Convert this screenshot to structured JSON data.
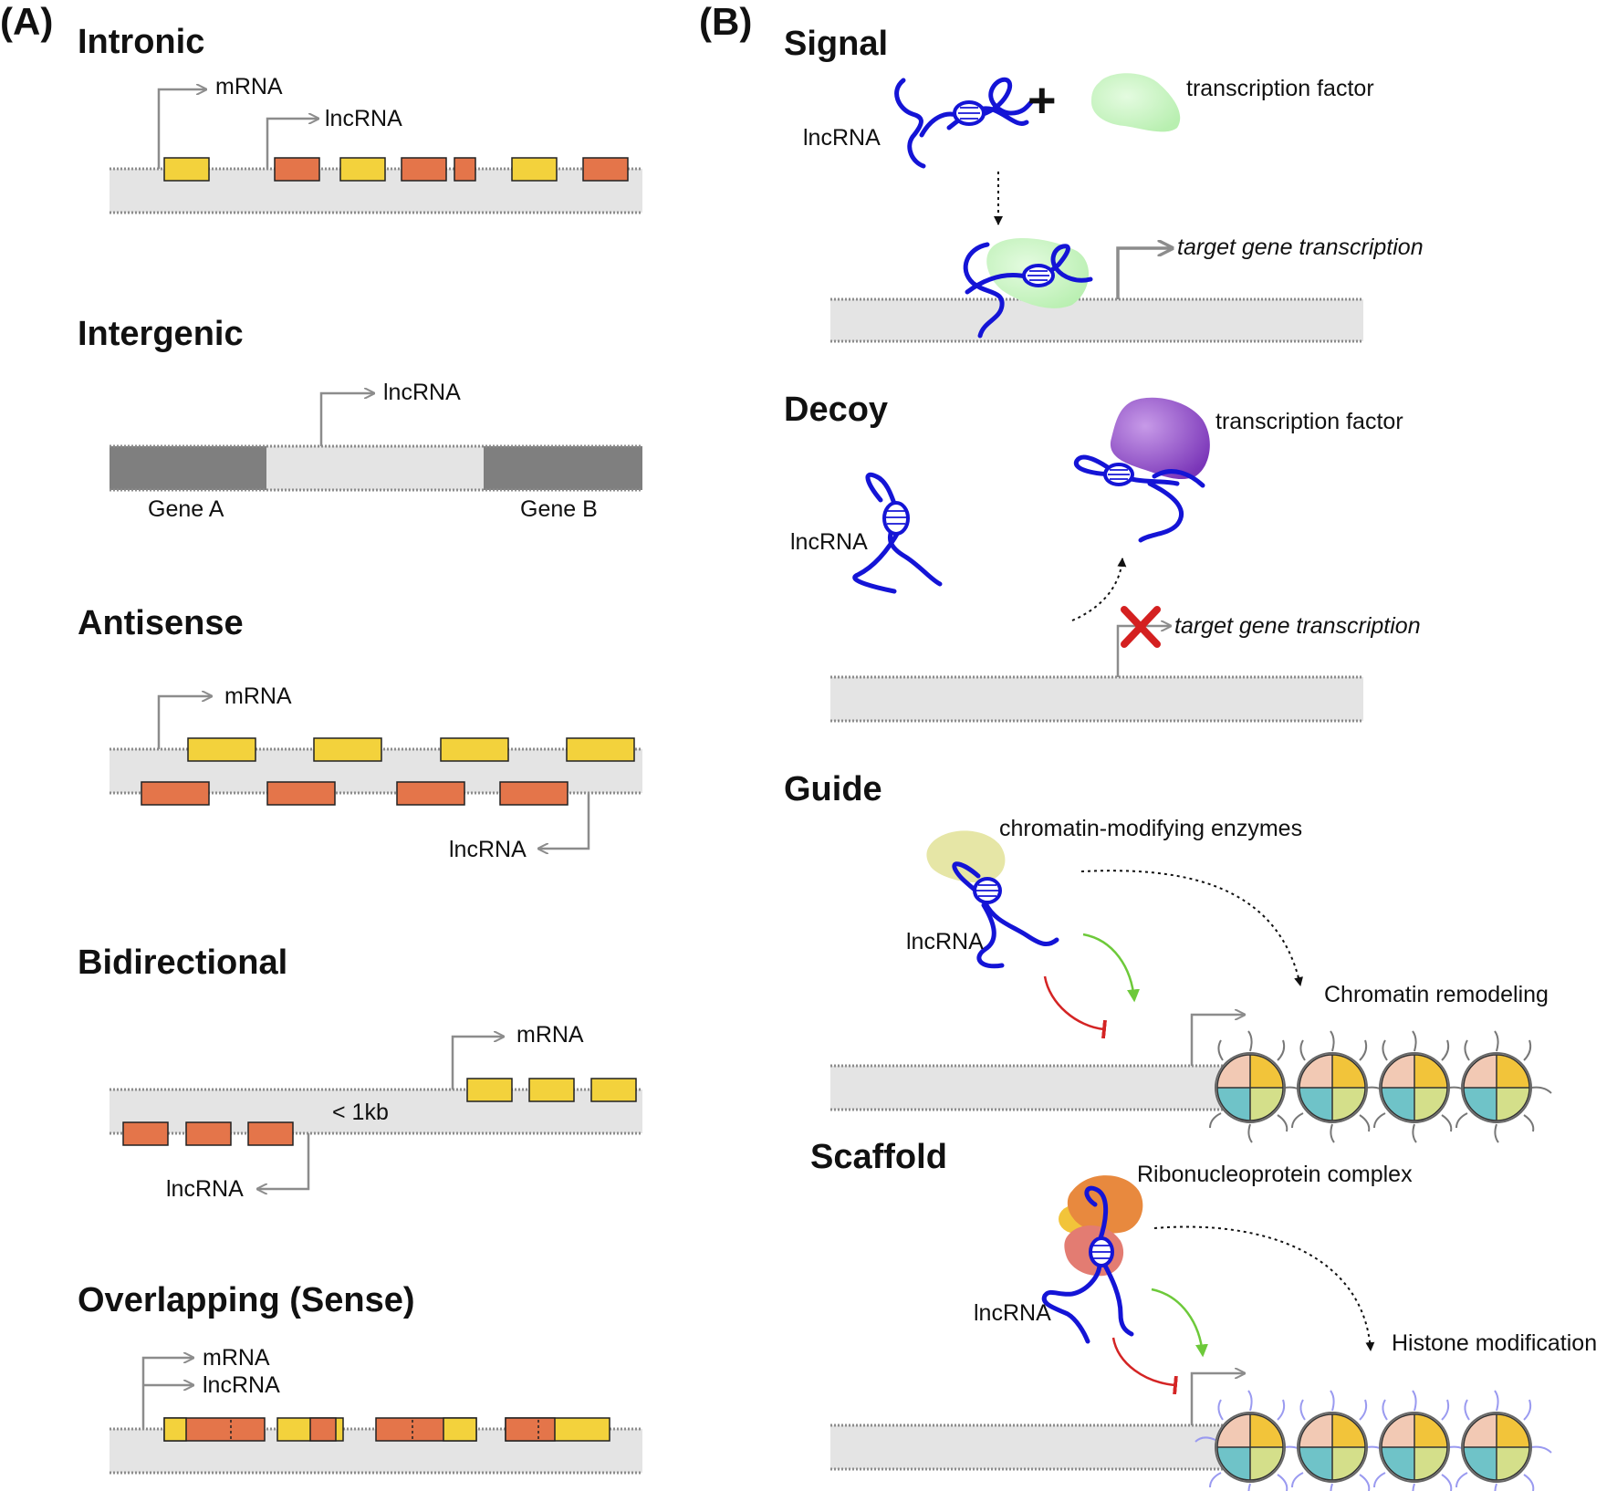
{
  "panels": {
    "a": "(A)",
    "b": "(B)"
  },
  "colors": {
    "exon_yellow": "#f3d23c",
    "exon_orange": "#e4754a",
    "dna_fill": "#e4e4e4",
    "dna_dark": "#7f7f7f",
    "rna": "#1414d6",
    "tf_green": "#c8f5c2",
    "tf_purple": "#8e4fc6",
    "enzyme_khaki": "#e6e6a6",
    "rnp_orange": "#e8893e",
    "rnp_yellow": "#f2c43a",
    "rnp_pink": "#e37c72",
    "activate": "#6dc93a",
    "inhibit": "#d42424",
    "cross": "#d42020"
  },
  "panel_a": {
    "intronic": {
      "title": "Intronic",
      "mrna": "mRNA",
      "lncrna": "lncRNA"
    },
    "intergenic": {
      "title": "Intergenic",
      "lncrna": "lncRNA",
      "gene_a": "Gene A",
      "gene_b": "Gene B"
    },
    "antisense": {
      "title": "Antisense",
      "mrna": "mRNA",
      "lncrna": "lncRNA"
    },
    "bidirectional": {
      "title": "Bidirectional",
      "mrna": "mRNA",
      "lncrna": "lncRNA",
      "distance": "< 1kb"
    },
    "overlapping": {
      "title": "Overlapping (Sense)",
      "mrna": "mRNA",
      "lncrna": "lncRNA"
    }
  },
  "panel_b": {
    "signal": {
      "title": "Signal",
      "lncrna": "lncRNA",
      "plus": "+",
      "tf": "transcription factor",
      "target": "target gene transcription"
    },
    "decoy": {
      "title": "Decoy",
      "lncrna": "lncRNA",
      "tf": "transcription factor",
      "target": "target gene transcription"
    },
    "guide": {
      "title": "Guide",
      "enzymes": "chromatin-modifying enzymes",
      "lncrna": "lncRNA",
      "outcome": "Chromatin remodeling"
    },
    "scaffold": {
      "title": "Scaffold",
      "complex": "Ribonucleoprotein complex",
      "lncrna": "lncRNA",
      "outcome": "Histone modification"
    }
  }
}
